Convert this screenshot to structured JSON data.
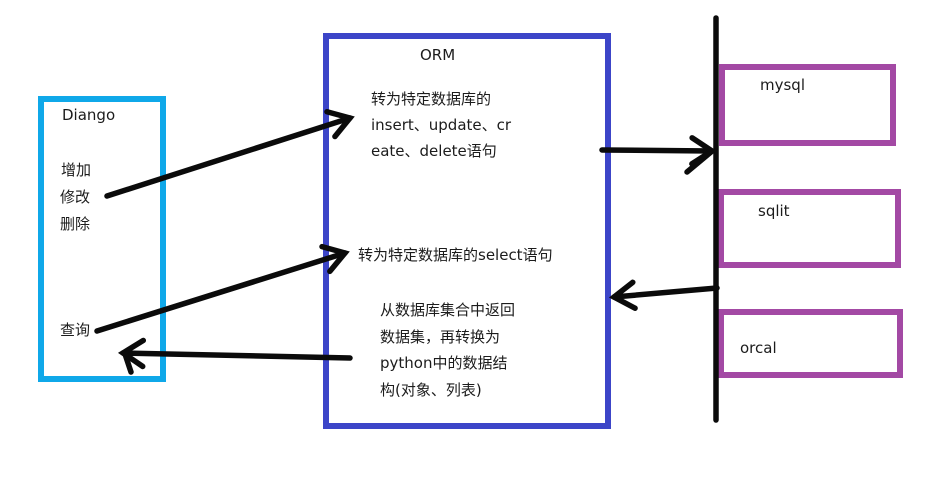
{
  "colors": {
    "django_border": "#0fa8e9",
    "orm_border": "#3c45c8",
    "db_border": "#a349a4",
    "arrow": "#0b0b0b",
    "ink": "#1c1c1c",
    "canvas_bg": "#ffffff"
  },
  "django_box": {
    "title": "Diango",
    "items": [
      "增加",
      "修改",
      "删除",
      "查询"
    ]
  },
  "orm_box": {
    "title": "ORM",
    "insert_note": [
      "转为特定数据库的",
      "insert、update、cr",
      "eate、delete语句"
    ],
    "select_note": "转为特定数据库的select语句",
    "result_note": [
      "从数据库集合中返回",
      "数据集，再转换为",
      "python中的数据结",
      "构(对象、列表)"
    ]
  },
  "databases": [
    {
      "label": "mysql"
    },
    {
      "label": "sqlit"
    },
    {
      "label": "orcal"
    }
  ]
}
